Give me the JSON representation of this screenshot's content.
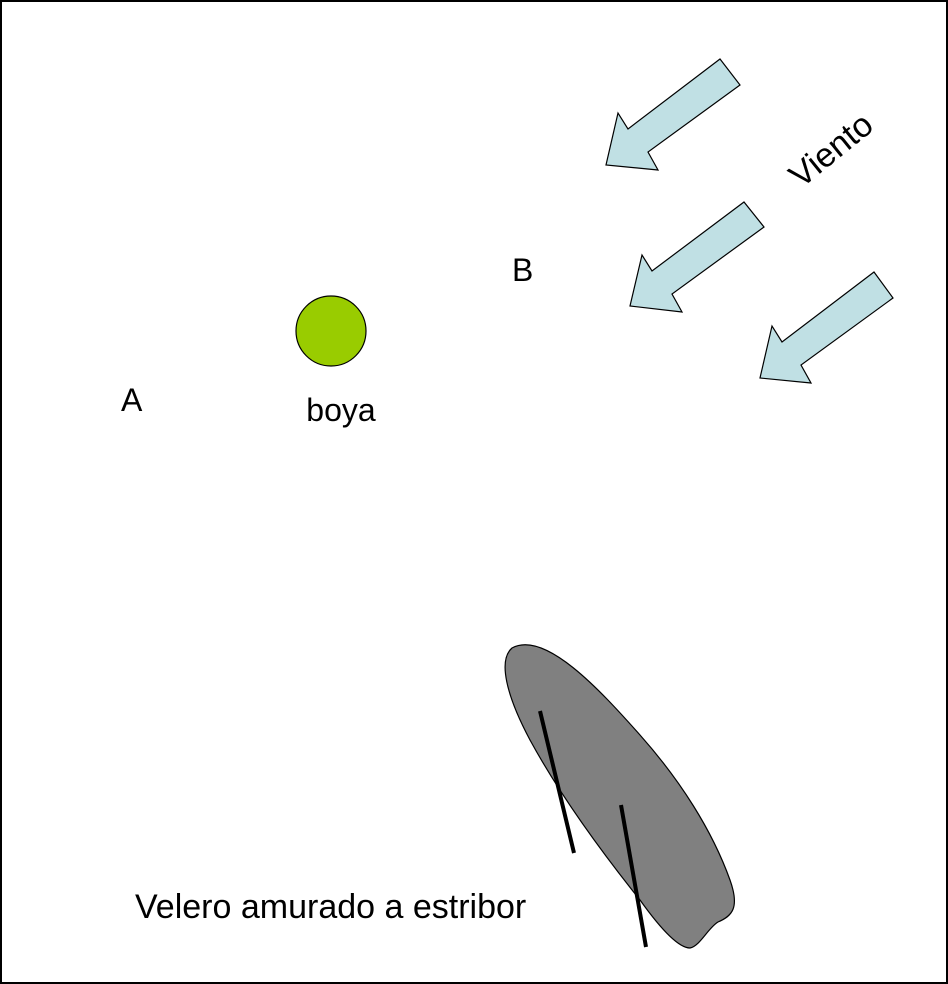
{
  "diagram": {
    "point_a_label": "A",
    "point_b_label": "B",
    "buoy_label": "boya",
    "wind_label": "Viento",
    "boat_label": "Velero amurado a estribor"
  },
  "colors": {
    "buoy": "#99CC00",
    "wind_arrow": "#C0E0E4",
    "boat_hull": "#808080",
    "outline": "#000000",
    "background": "#FFFFFF"
  }
}
